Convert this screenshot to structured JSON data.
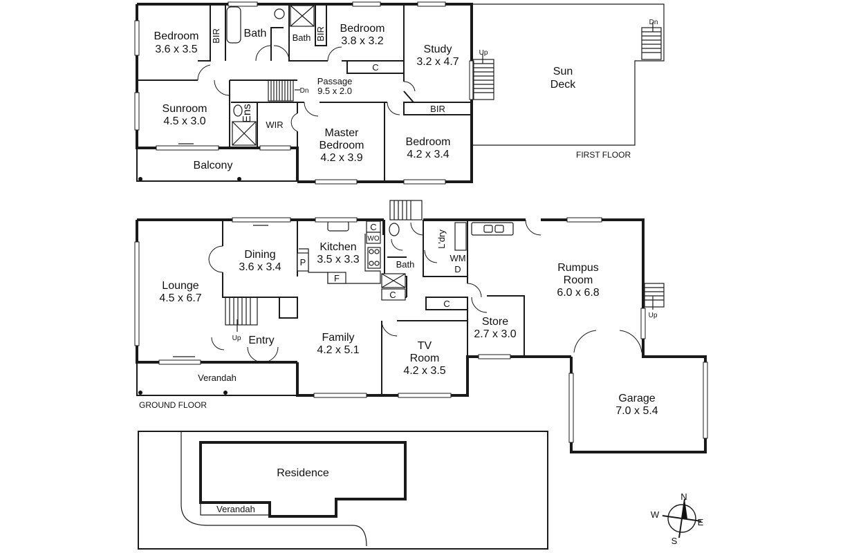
{
  "floors": {
    "first": "FIRST FLOOR",
    "ground": "GROUND FLOOR"
  },
  "first_floor": {
    "bedroom1": {
      "name": "Bedroom",
      "dims": "3.6 x 3.5"
    },
    "bath1": "Bath",
    "bath2": "Bath",
    "bir1": "BIR",
    "bir2": "BIR",
    "bir3": "BIR",
    "bedroom2": {
      "name": "Bedroom",
      "dims": "3.8 x 3.2"
    },
    "study": {
      "name": "Study",
      "dims": "3.2 x 4.7"
    },
    "up": "Up",
    "dn": "Dn",
    "dn2": "Dn",
    "sundeck": {
      "line1": "Sun",
      "line2": "Deck"
    },
    "passage": {
      "name": "Passage",
      "dims": "9.5 x 2.0"
    },
    "cupboard": "C",
    "sunroom": {
      "name": "Sunroom",
      "dims": "4.5 x 3.0"
    },
    "ens": "Ens",
    "wir": "WIR",
    "master": {
      "line1": "Master",
      "line2": "Bedroom",
      "dims": "4.2 x 3.9"
    },
    "bedroom3": {
      "name": "Bedroom",
      "dims": "4.2 x 3.4"
    },
    "balcony": "Balcony"
  },
  "ground_floor": {
    "lounge": {
      "name": "Lounge",
      "dims": "4.5 x 6.7"
    },
    "dining": {
      "name": "Dining",
      "dims": "3.6 x 3.4"
    },
    "kitchen": {
      "name": "Kitchen",
      "dims": "3.5 x 3.3"
    },
    "c1": "C",
    "wo": "WO",
    "p": "P",
    "f": "F",
    "bath": "Bath",
    "c2": "C",
    "laundry": "L'dry",
    "wm": "WM",
    "d": "D",
    "rumpus": {
      "line1": "Rumpus",
      "line2": "Room",
      "dims": "6.0 x 6.8"
    },
    "c3": "C",
    "store": {
      "name": "Store",
      "dims": "2.7 x 3.0"
    },
    "family": {
      "name": "Family",
      "dims": "4.2 x 5.1"
    },
    "tv": {
      "line1": "TV",
      "line2": "Room",
      "dims": "4.2 x 3.5"
    },
    "entry": "Entry",
    "up1": "Up",
    "up2": "Up",
    "verandah": "Verandah",
    "garage": {
      "name": "Garage",
      "dims": "7.0 x 5.4"
    }
  },
  "site": {
    "residence": "Residence",
    "verandah": "Verandah"
  },
  "compass": {
    "n": "N",
    "s": "S",
    "e": "E",
    "w": "W"
  }
}
